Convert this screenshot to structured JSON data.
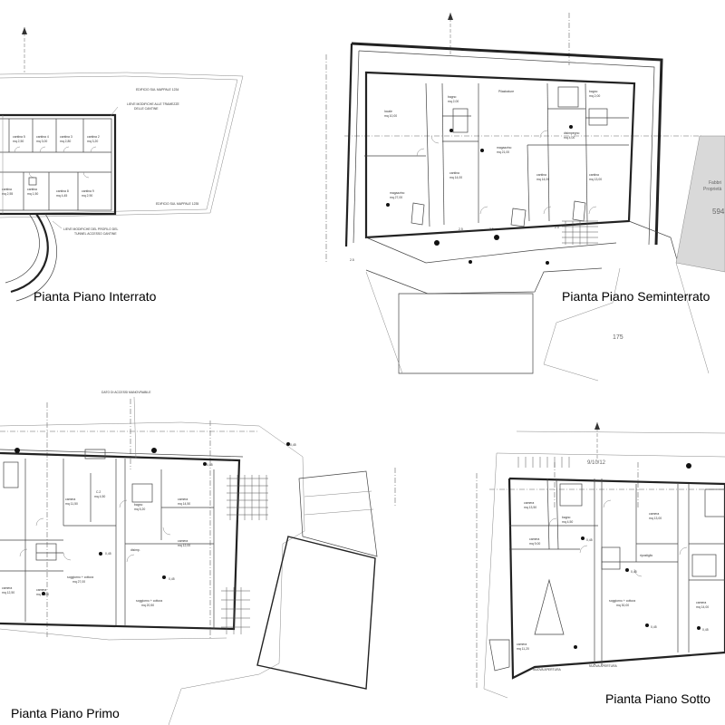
{
  "plans": {
    "interrato": {
      "title": "Pianta Piano Interrato"
    },
    "seminterrato": {
      "title": "Pianta Piano Seminterrato",
      "side_label": "Fabbri",
      "side_label_2": "Proprietà",
      "side_number": "594",
      "lot_number": "175"
    },
    "primo": {
      "title": "Pianta Piano Primo"
    },
    "sottotetto": {
      "title": "Pianta Piano Sotto",
      "level_label": "9/10/12"
    }
  }
}
